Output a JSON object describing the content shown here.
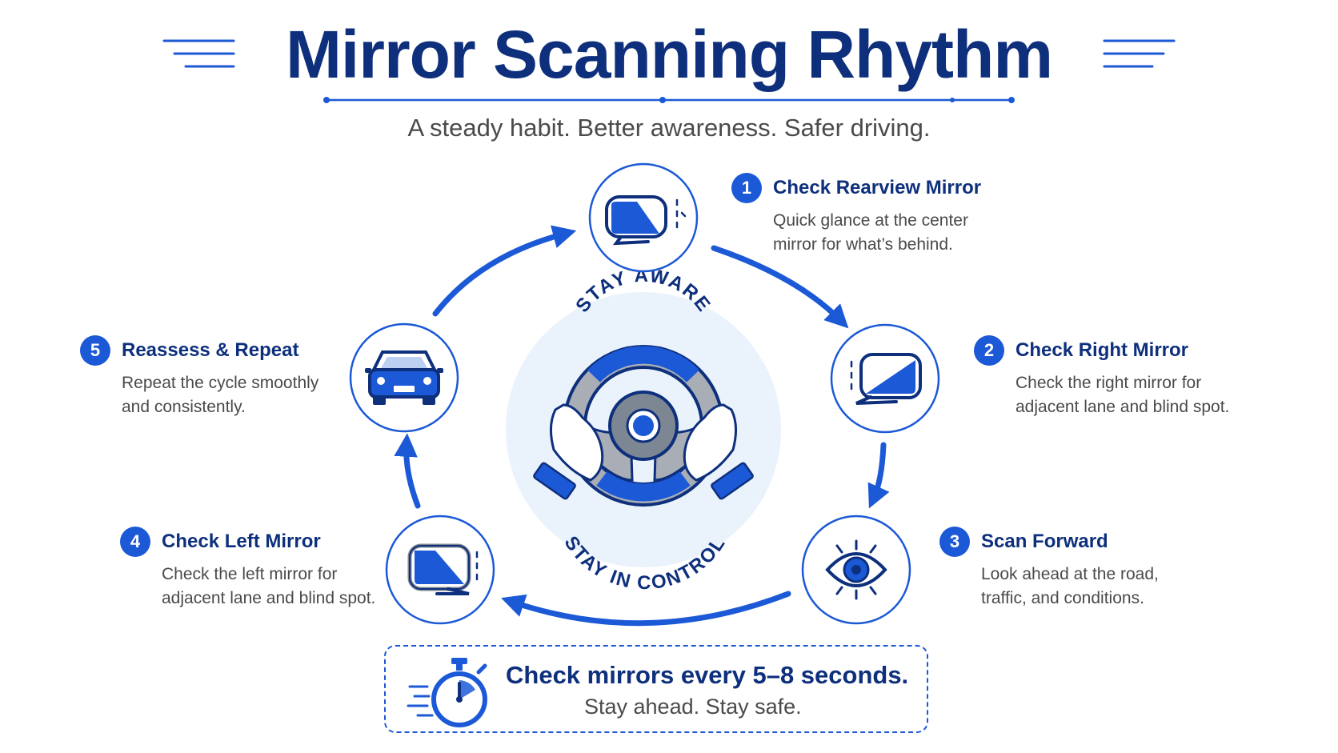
{
  "title": "Mirror Scanning Rhythm",
  "subtitle": "A steady habit. Better awareness. Safer driving.",
  "center": {
    "top_text": "STAY AWARE",
    "bottom_text": "STAY IN CONTROL"
  },
  "steps": [
    {
      "number": "1",
      "title": "Check Rearview Mirror",
      "desc": [
        "Quick glance at the center",
        "mirror for what’s behind."
      ],
      "icon": "rearview-mirror-icon"
    },
    {
      "number": "2",
      "title": "Check Right Mirror",
      "desc": [
        "Check the right mirror for",
        "adjacent lane and blind spot."
      ],
      "icon": "right-mirror-icon"
    },
    {
      "number": "3",
      "title": "Scan Forward",
      "desc": [
        "Look ahead at the road,",
        "traffic, and conditions."
      ],
      "icon": "eye-icon"
    },
    {
      "number": "4",
      "title": "Check Left Mirror",
      "desc": [
        "Check the left mirror for",
        "adjacent lane and blind spot."
      ],
      "icon": "left-mirror-icon"
    },
    {
      "number": "5",
      "title": "Reassess & Repeat",
      "desc": [
        "Repeat the cycle smoothly",
        "and consistently."
      ],
      "icon": "car-icon"
    }
  ],
  "tip": {
    "main": "Check mirrors every 5–8 seconds.",
    "sub": "Stay ahead. Stay safe."
  },
  "colors": {
    "primary": "#1c59d6",
    "navy": "#0d2f7c",
    "text": "#4a4a4a",
    "center_bg": "#eaf2fc",
    "gray": "#a8adb6"
  }
}
